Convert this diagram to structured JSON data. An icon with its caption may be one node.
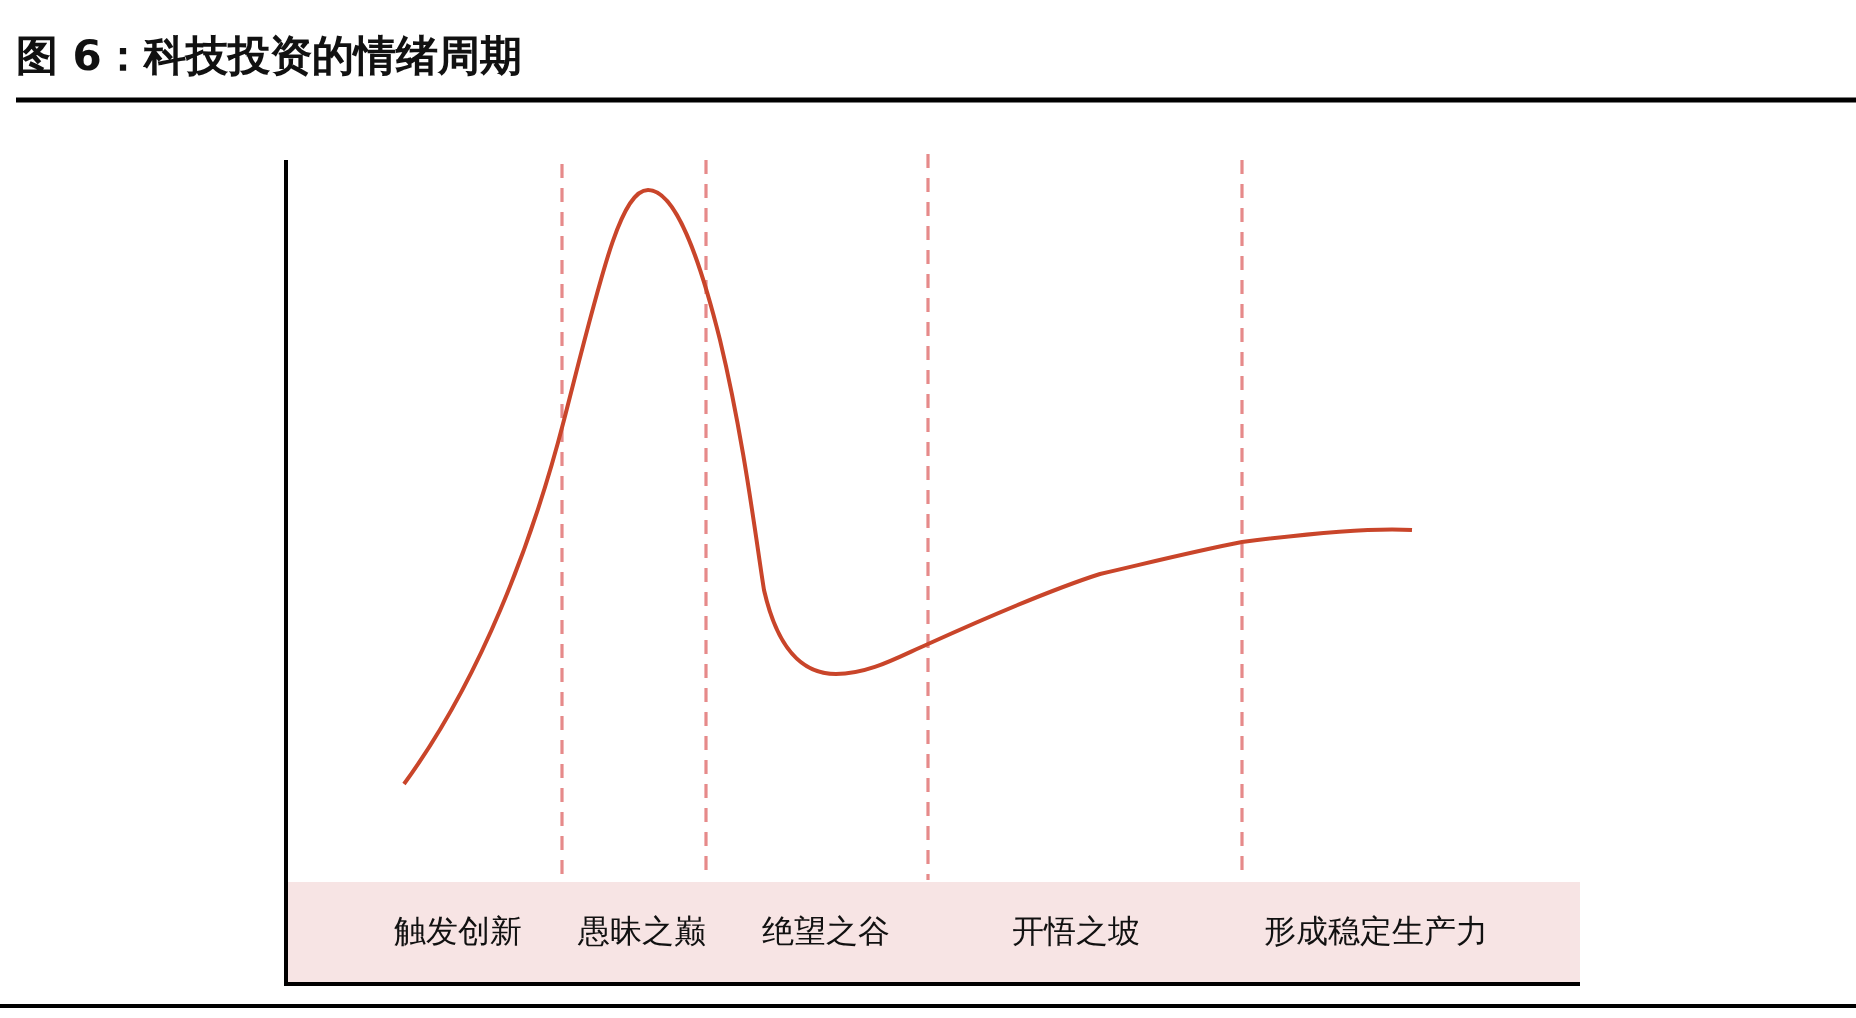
{
  "diagram": {
    "title": "图 6：科技投资的情绪周期",
    "nodes": [
      {
        "text": [
          "触发创新",
          "愚昧之巅",
          "绝望之谷",
          "开悟之坡",
          "形成稳定生产力"
        ]
      }
    ]
  }
}
